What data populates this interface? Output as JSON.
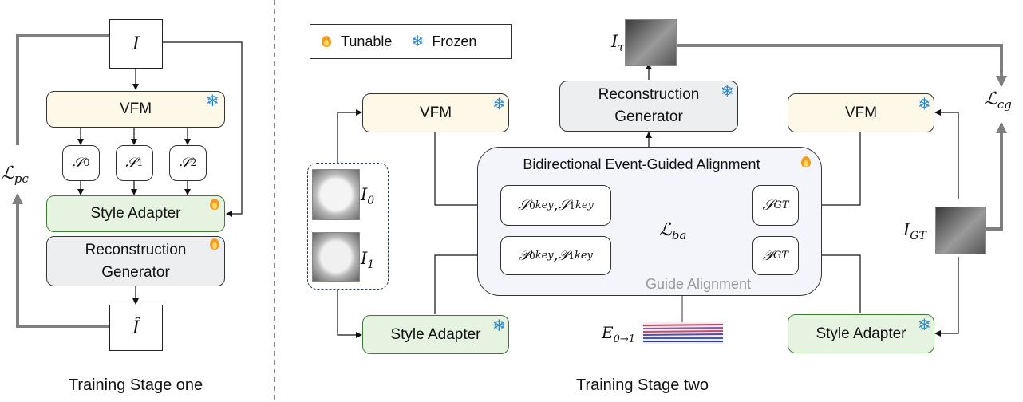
{
  "left": {
    "input_label": "I",
    "vfm_label": "VFM",
    "s0": "𝒮",
    "s0_sub": "0",
    "s1": "𝒮",
    "s1_sub": "1",
    "s2": "𝒮",
    "s2_sub": "2",
    "style_adapter_label": "Style Adapter",
    "recon_line1": "Reconstruction",
    "recon_line2": "Generator",
    "output_label": "Î",
    "loss_main": "ℒ",
    "loss_sub": "pc",
    "caption": "Training Stage one"
  },
  "legend": {
    "tunable_label": "Tunable",
    "frozen_label": "Frozen"
  },
  "right": {
    "vfm_left_label": "VFM",
    "vfm_right_label": "VFM",
    "recon_line1": "Reconstruction",
    "recon_line2": "Generator",
    "i_tau": "I",
    "i_tau_sub": "τ",
    "loss_cg": "ℒ",
    "loss_cg_sub": "cg",
    "align_title": "Bidirectional Event-Guided Alignment",
    "s_key_text": "𝒮",
    "p_key_text": "𝒫",
    "s_gt_text": "𝒮",
    "p_gt_text": "𝒫",
    "key_sup": "key",
    "gt_sup": "GT",
    "sub0": "0",
    "sub1": "1",
    "loss_ba": "ℒ",
    "loss_ba_sub": "ba",
    "guide_label": "Guide Alignment",
    "i0": "I",
    "i0_sub": "0",
    "i1": "I",
    "i1_sub": "1",
    "i_gt": "I",
    "i_gt_sub": "GT",
    "event_label": "E",
    "event_sub": "0→1",
    "style_left_label": "Style Adapter",
    "style_right_label": "Style Adapter",
    "caption": "Training Stage two"
  },
  "colors": {
    "arrow_gray": "#7f7f7f",
    "vfm_fill": "#fdf8e8",
    "style_fill": "#e5f3e0",
    "gen_fill": "#eceef0",
    "align_fill": "#f3f5fb",
    "snow": "#2c86c9",
    "fire": "#f39c1f"
  }
}
